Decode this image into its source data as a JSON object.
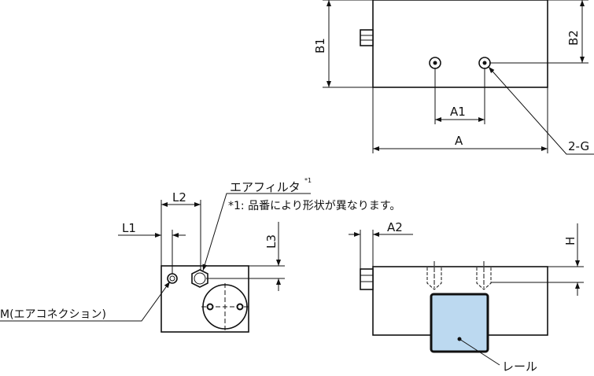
{
  "top_view": {
    "dim_b1": "B1",
    "dim_b2": "B2",
    "dim_a1": "A1",
    "dim_a": "A",
    "hole_callout": "2-G"
  },
  "side_view": {
    "dim_l1": "L1",
    "dim_l2": "L2",
    "dim_l3": "L3",
    "air_filter_label": "エアフィルタ",
    "air_filter_note_mark": "*1",
    "note": "*1: 品番により形状が異なります。",
    "air_connection_label": "M(エアコネクション)"
  },
  "front_view": {
    "dim_a2": "A2",
    "dim_h": "H",
    "rail_label": "レール"
  },
  "colors": {
    "rail_fill": "#bcd9f0",
    "line": "#111111"
  }
}
